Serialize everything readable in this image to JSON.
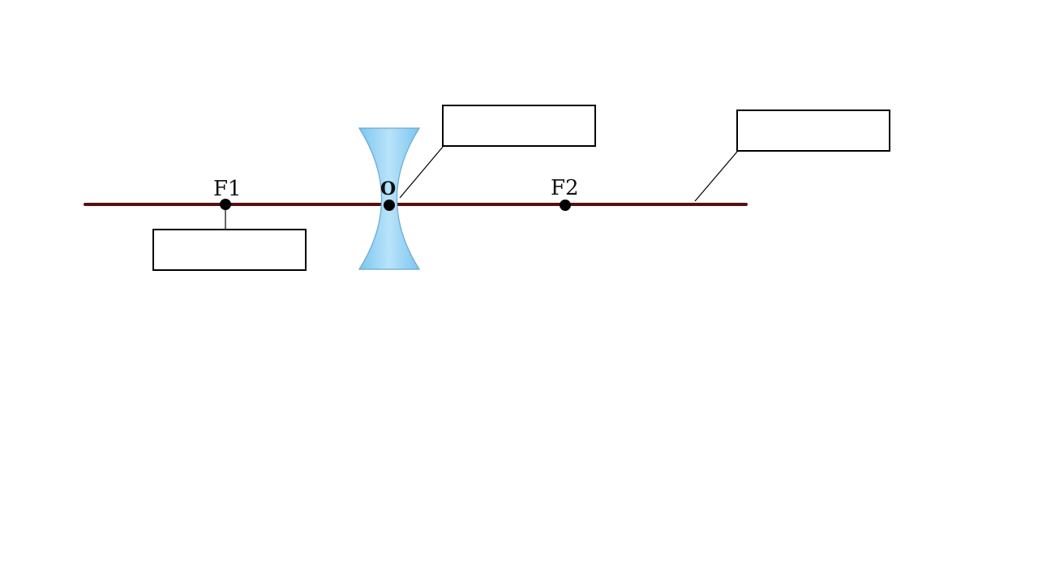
{
  "labels": {
    "focus1_letter": "F",
    "focus1_index": "1",
    "focus2_letter": "F",
    "focus2_index": "2",
    "center": "O"
  },
  "answer_boxes": {
    "focus1": "",
    "optical_center": "",
    "principal_axis": ""
  },
  "colors": {
    "axis": "#5a0f0f",
    "lens_fill": "#9fd6f5",
    "lens_edge": "#6aa9d0",
    "point": "#000000"
  }
}
